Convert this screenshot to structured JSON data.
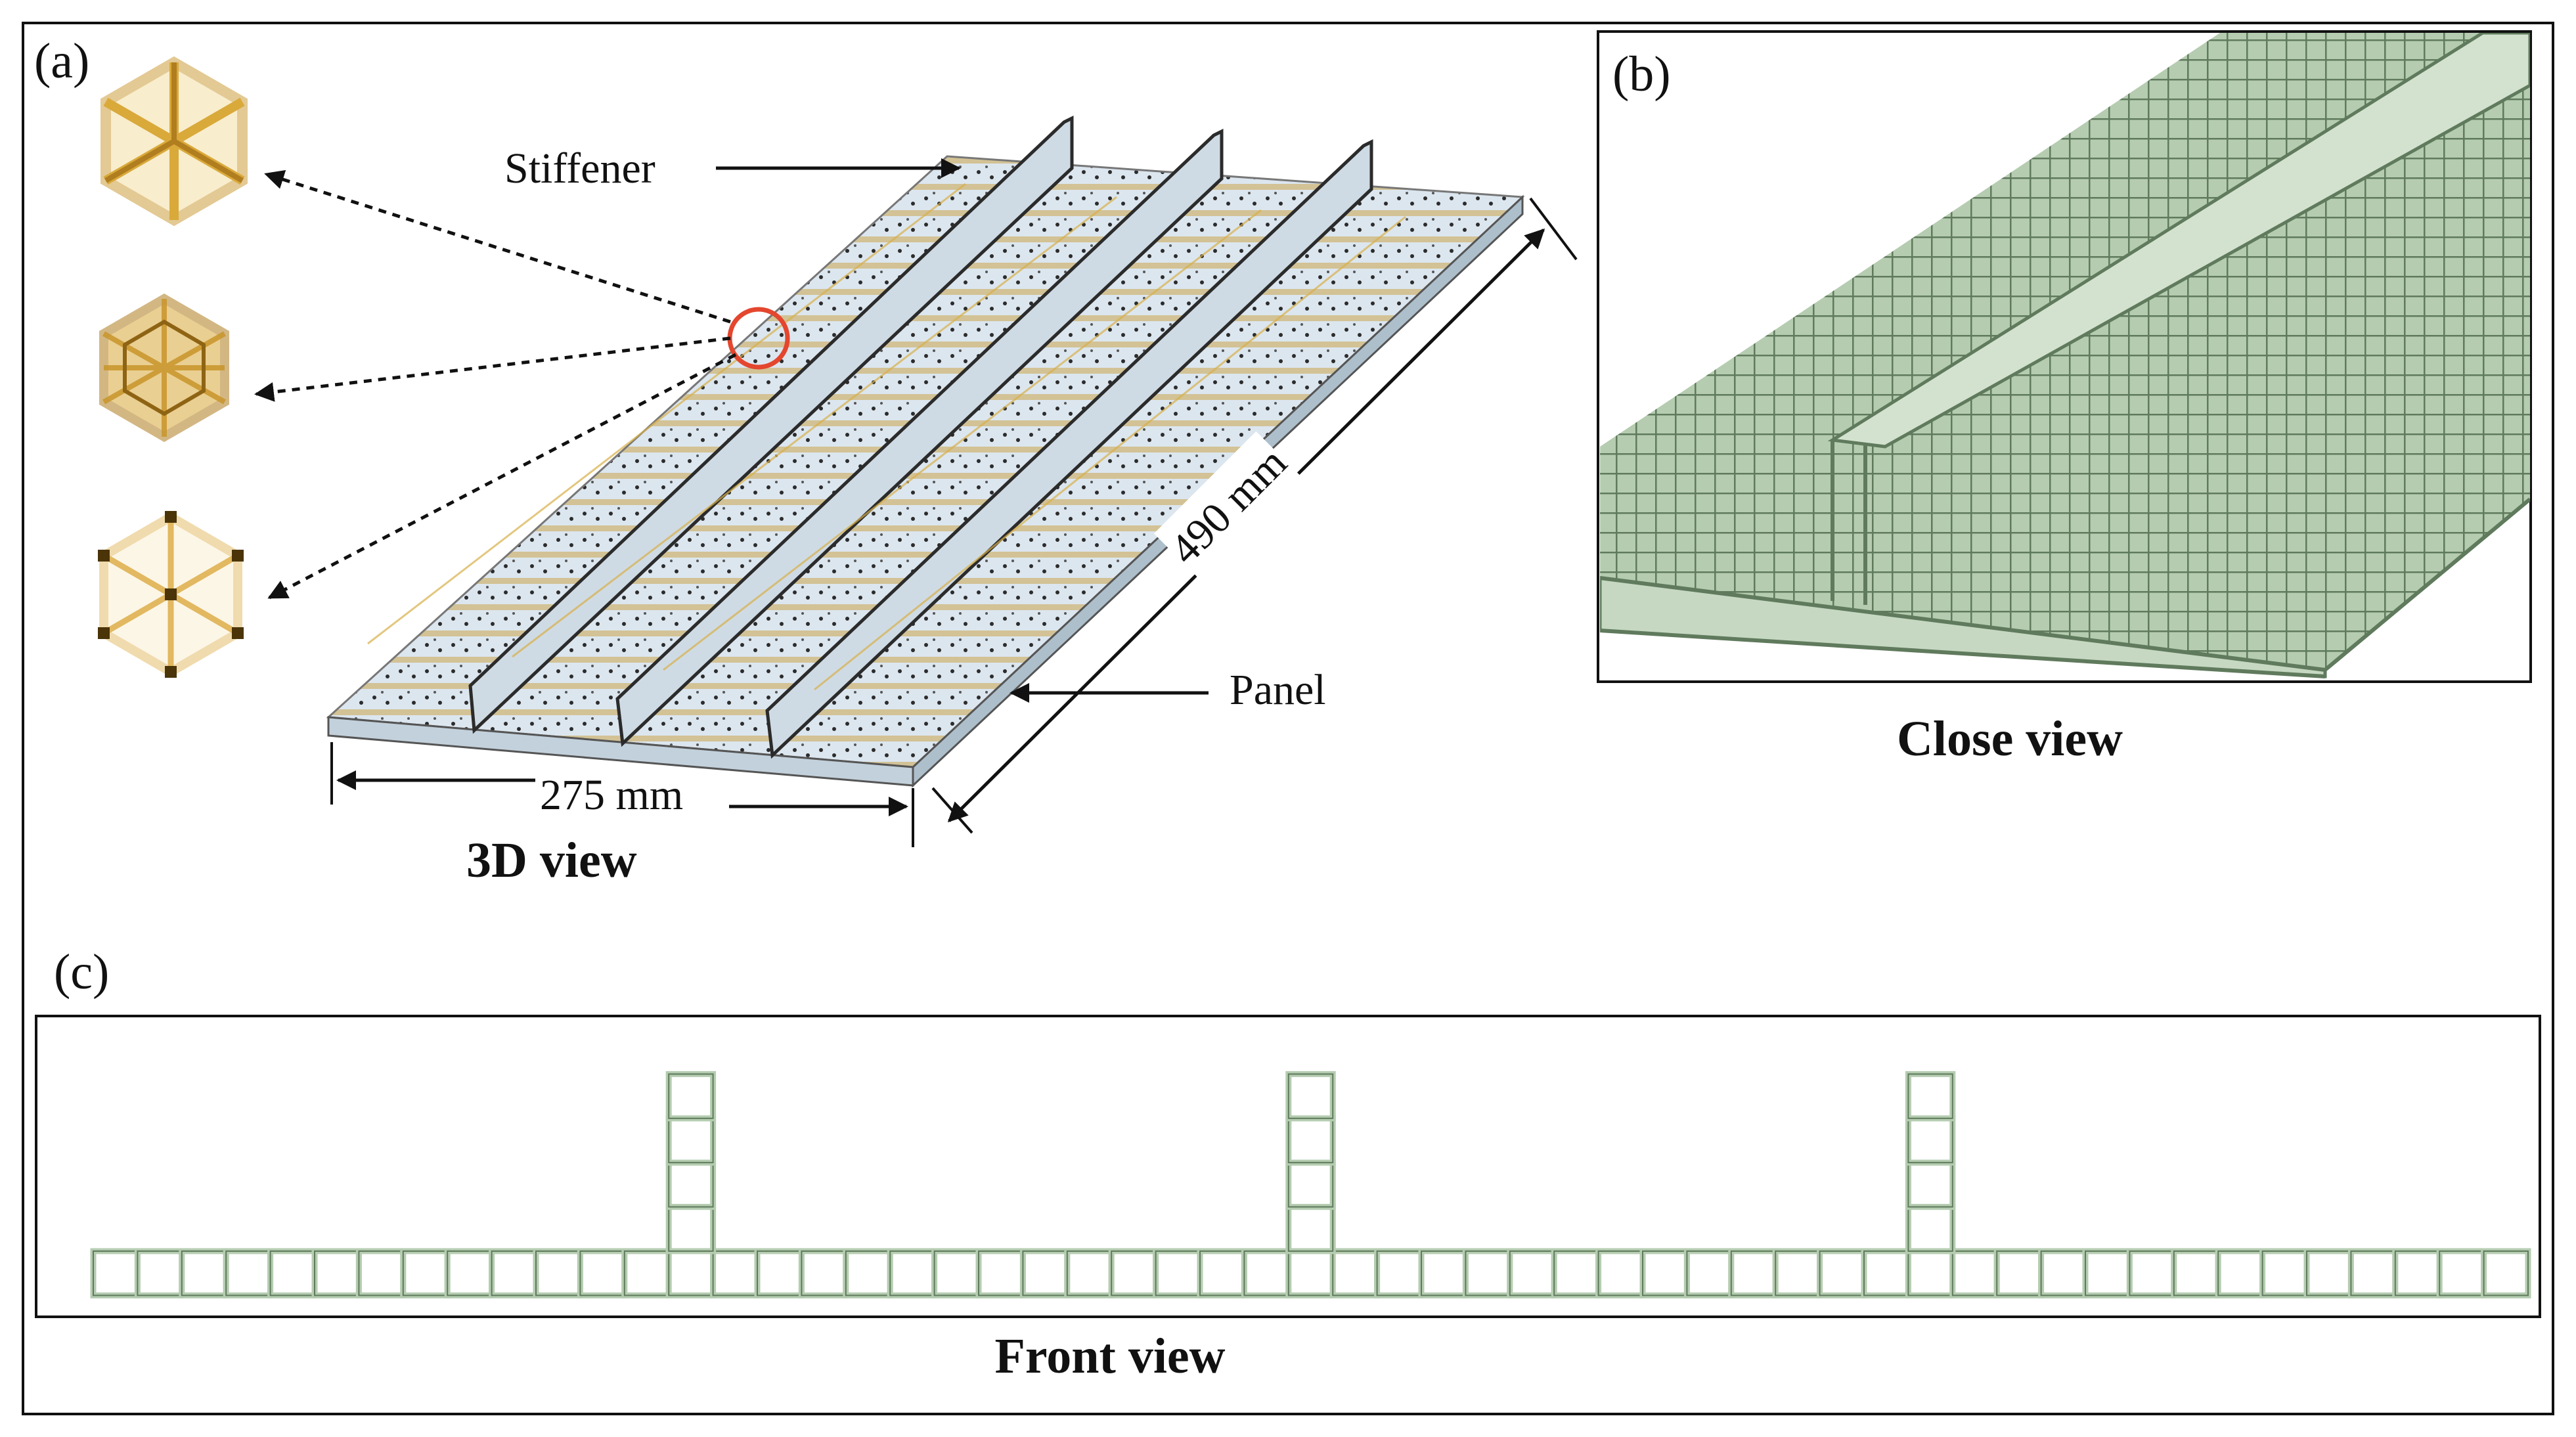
{
  "panel_a": {
    "label": "(a)",
    "caption": "3D view",
    "callouts": {
      "stiffener": "Stiffener",
      "panel": "Panel"
    },
    "dimensions": {
      "width": "275 mm",
      "length": "490 mm"
    }
  },
  "panel_b": {
    "label": "(b)",
    "caption": "Close view"
  },
  "panel_c": {
    "label": "(c)",
    "caption": "Front view"
  },
  "colors": {
    "lattice_green": "#b5ccb0",
    "lattice_edge": "#5f7a5c",
    "unit_cell_gold": "#d9a93a",
    "highlight_circle": "#e4462e"
  },
  "icons": [
    "unit-cell-cubic",
    "unit-cell-octet",
    "unit-cell-node-cubic"
  ]
}
